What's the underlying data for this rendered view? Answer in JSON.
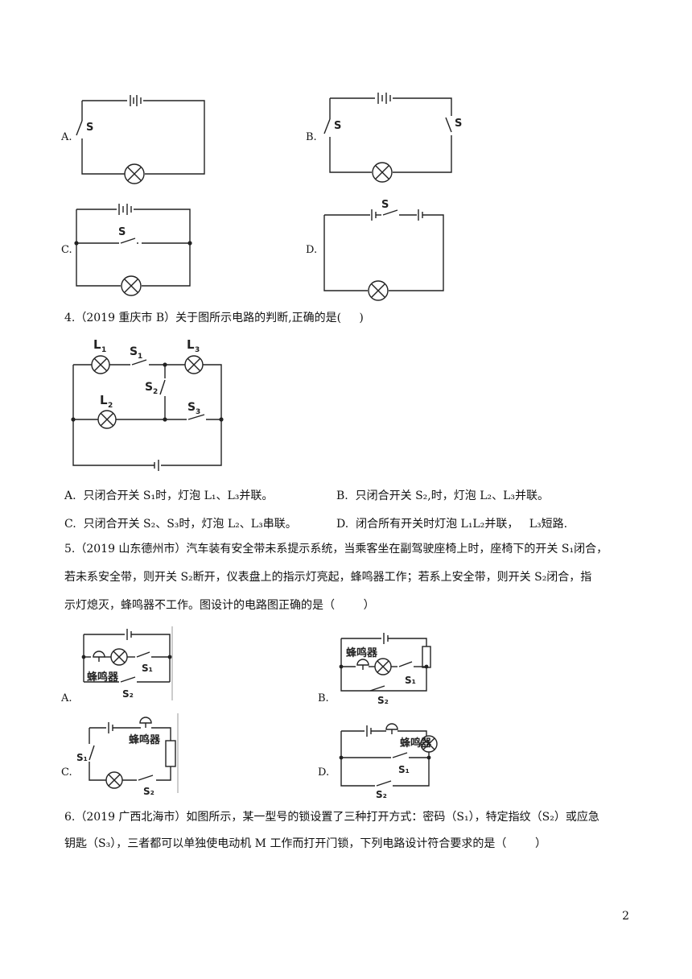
{
  "q3_options": {
    "a": {
      "label": "A.",
      "switch": "S"
    },
    "b": {
      "label": "B.",
      "switch1": "S",
      "switch2": "S"
    },
    "c": {
      "label": "C.",
      "switch": "S"
    },
    "d": {
      "label": "D.",
      "switch": "S"
    }
  },
  "q4": {
    "stem": "4.（2019 重庆市 B）关于图所示电路的判断,正确的是(     )",
    "figure": {
      "l1": "L",
      "l1_sub": "1",
      "l2": "L",
      "l2_sub": "2",
      "l3": "L",
      "l3_sub": "3",
      "s1": "S",
      "s1_sub": "1",
      "s2": "S",
      "s2_sub": "2",
      "s3": "S",
      "s3_sub": "3"
    },
    "choices": {
      "a": "A.  只闭合开关 S₁时，灯泡 L₁、L₃并联。",
      "b": "B.  只闭合开关 S₂,时，灯泡 L₂、L₃并联。",
      "c": "C.  只闭合开关 S₂、S₃时，灯泡 L₂、L₃串联。",
      "d": "D.  闭合所有开关时灯泡 L₁L₂并联，   L₃短路."
    }
  },
  "q5": {
    "stem_line1": "5.（2019 山东德州市）汽车装有安全带未系提示系统，当乘客坐在副驾驶座椅上时，座椅下的开关 S₁闭合，",
    "stem_line2": "若未系安全带，则开关 S₂断开，仪表盘上的指示灯亮起，蜂鸣器工作；若系上安全带，则开关 S₂闭合，指",
    "stem_line3": "示灯熄灭，蜂鸣器不工作。图设计的电路图正确的是（        ）",
    "buzzer": "蜂鸣器",
    "s1": "S₁",
    "s2": "S₂",
    "labels": {
      "a": "A.",
      "b": "B.",
      "c": "C.",
      "d": "D."
    }
  },
  "q6": {
    "stem_line1": "6.（2019 广西北海市）如图所示，某一型号的锁设置了三种打开方式：密码（S₁），特定指纹（S₂）或应急",
    "stem_line2": "钥匙（S₃），三者都可以单独使电动机 M 工作而打开门锁，下列电路设计符合要求的是（        ）"
  },
  "page_number": "2"
}
